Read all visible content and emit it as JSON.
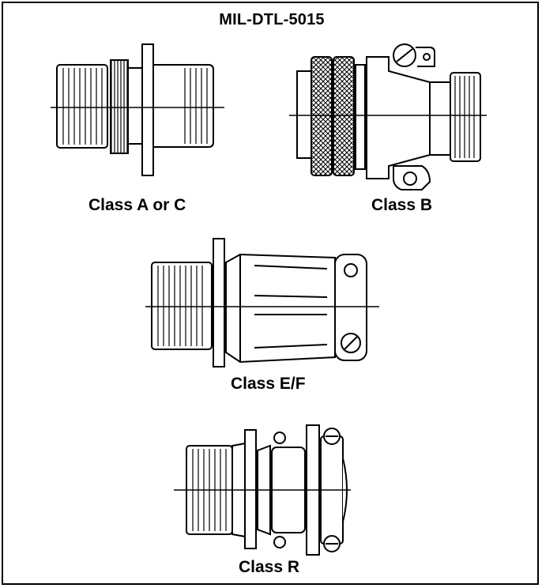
{
  "title": "MIL-DTL-5015",
  "connectors": [
    {
      "id": "class-a-c",
      "label": "Class A or C"
    },
    {
      "id": "class-b",
      "label": "Class B"
    },
    {
      "id": "class-e-f",
      "label": "Class E/F"
    },
    {
      "id": "class-r",
      "label": "Class R"
    }
  ],
  "colors": {
    "ink": "#000000",
    "background": "#ffffff"
  }
}
